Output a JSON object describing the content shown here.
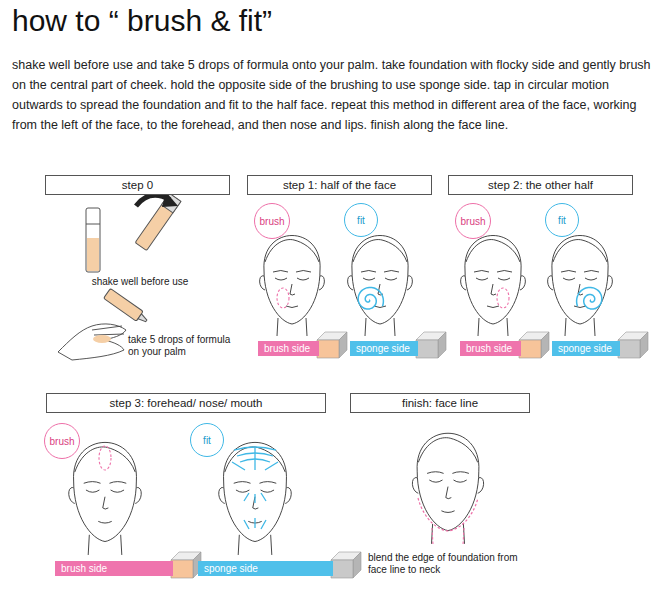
{
  "diagram": {
    "title": "how to “ brush & fit”",
    "nodes": [
      {
        "text": [
          "step 0"
        ]
      },
      {
        "text": [
          "step 1:  half of the face"
        ]
      },
      {
        "text": [
          "step 2: the other half"
        ]
      },
      {
        "text": [
          "brush"
        ]
      },
      {
        "text": [
          "fit"
        ]
      },
      {
        "text": [
          "brush"
        ]
      },
      {
        "text": [
          "fit"
        ]
      },
      {
        "text": [
          "brush side"
        ]
      },
      {
        "text": [
          "sponge side"
        ]
      },
      {
        "text": [
          "brush side"
        ]
      },
      {
        "text": [
          "sponge side"
        ]
      },
      {
        "text": [
          "step 3: forehead/ nose/ mouth"
        ]
      },
      {
        "text": [
          "finish: face line"
        ]
      },
      {
        "text": [
          "brush"
        ]
      },
      {
        "text": [
          "fit"
        ]
      },
      {
        "text": [
          "brush side"
        ]
      },
      {
        "text": [
          "sponge side"
        ]
      }
    ],
    "labels": [
      "shake well before use and take 5 drops of formula onto your palm. take foundation with flocky side and gently brush on the central part of cheek. hold the opposite side of the brushing to use sponge side. tap in circular motion outwards to spread the foundation and fit to the half face. repeat this method in different area of the face, working from the left of the face, to the forehead, and then nose and lips. finish along the face line.",
      "shake well before use",
      "take 5 drops of formula on your palm",
      "blend the edge of foundation from face line to neck"
    ]
  }
}
